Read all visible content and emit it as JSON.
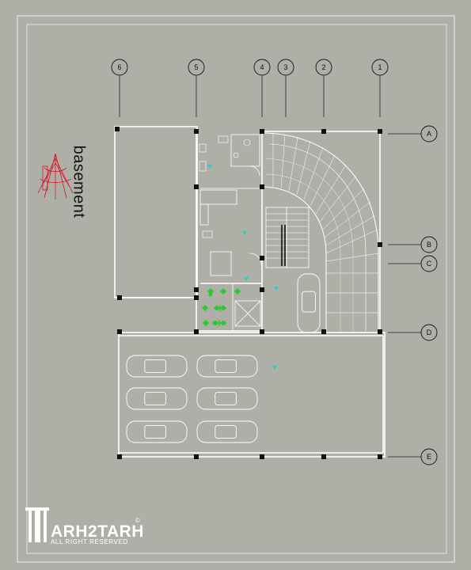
{
  "title": "basement",
  "grid": {
    "columns": [
      "6",
      "5",
      "4",
      "3",
      "2",
      "1"
    ],
    "rows": [
      "A",
      "B",
      "C",
      "D",
      "E"
    ]
  },
  "brand": {
    "name": "ARH2TARH",
    "rights": "ALL RIGHT RESERVED",
    "copyright": "©"
  },
  "colors": {
    "background": "#aeb0a7",
    "line": "#ffffff",
    "dark": "#111111",
    "accent": "#e0001a",
    "plant": "#2ec82e",
    "marker": "#36c8c8"
  }
}
